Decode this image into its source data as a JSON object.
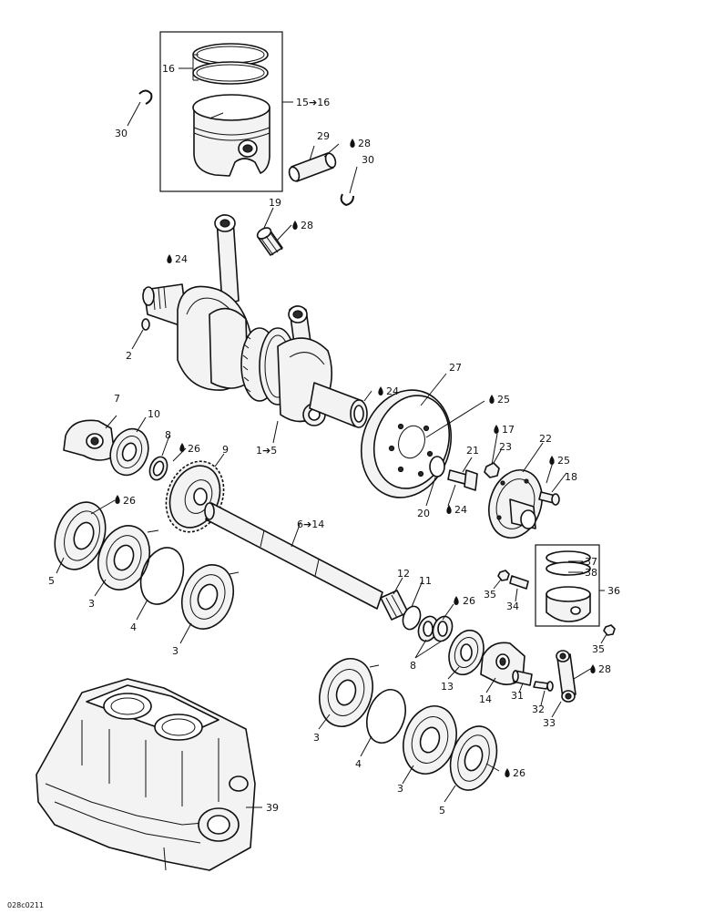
{
  "diagram_code": "028c0211",
  "labels": {
    "l16": "16",
    "l15_16": "15➔16",
    "l30a": "30",
    "l29": "29",
    "l28a": "28",
    "l30b": "30",
    "l19": "19",
    "l28b": "28",
    "l24a": "24",
    "l2": "2",
    "l27": "27",
    "l24b": "24",
    "l25a": "25",
    "l7": "7",
    "l10": "10",
    "l8a": "8",
    "l26a": "26",
    "l9": "9",
    "l1_5": "1➔5",
    "l17": "17",
    "l21": "21",
    "l23": "23",
    "l22": "22",
    "l25b": "25",
    "l18": "18",
    "l20": "20",
    "l24c": "24",
    "l26b": "26",
    "l6_14": "6➔14",
    "l5a": "5",
    "l3a": "3",
    "l4a": "4",
    "l3b": "3",
    "l12": "12",
    "l11": "11",
    "l26c": "26",
    "l35a": "35",
    "l34": "34",
    "l37": "37",
    "l38": "38",
    "l36": "36",
    "l8b": "8",
    "l13": "13",
    "l14": "14",
    "l31": "31",
    "l32": "32",
    "l33": "33",
    "l28c": "28",
    "l35b": "35",
    "l3c": "3",
    "l4b": "4",
    "l3d": "3",
    "l26d": "26",
    "l5b": "5",
    "l39": "39"
  }
}
